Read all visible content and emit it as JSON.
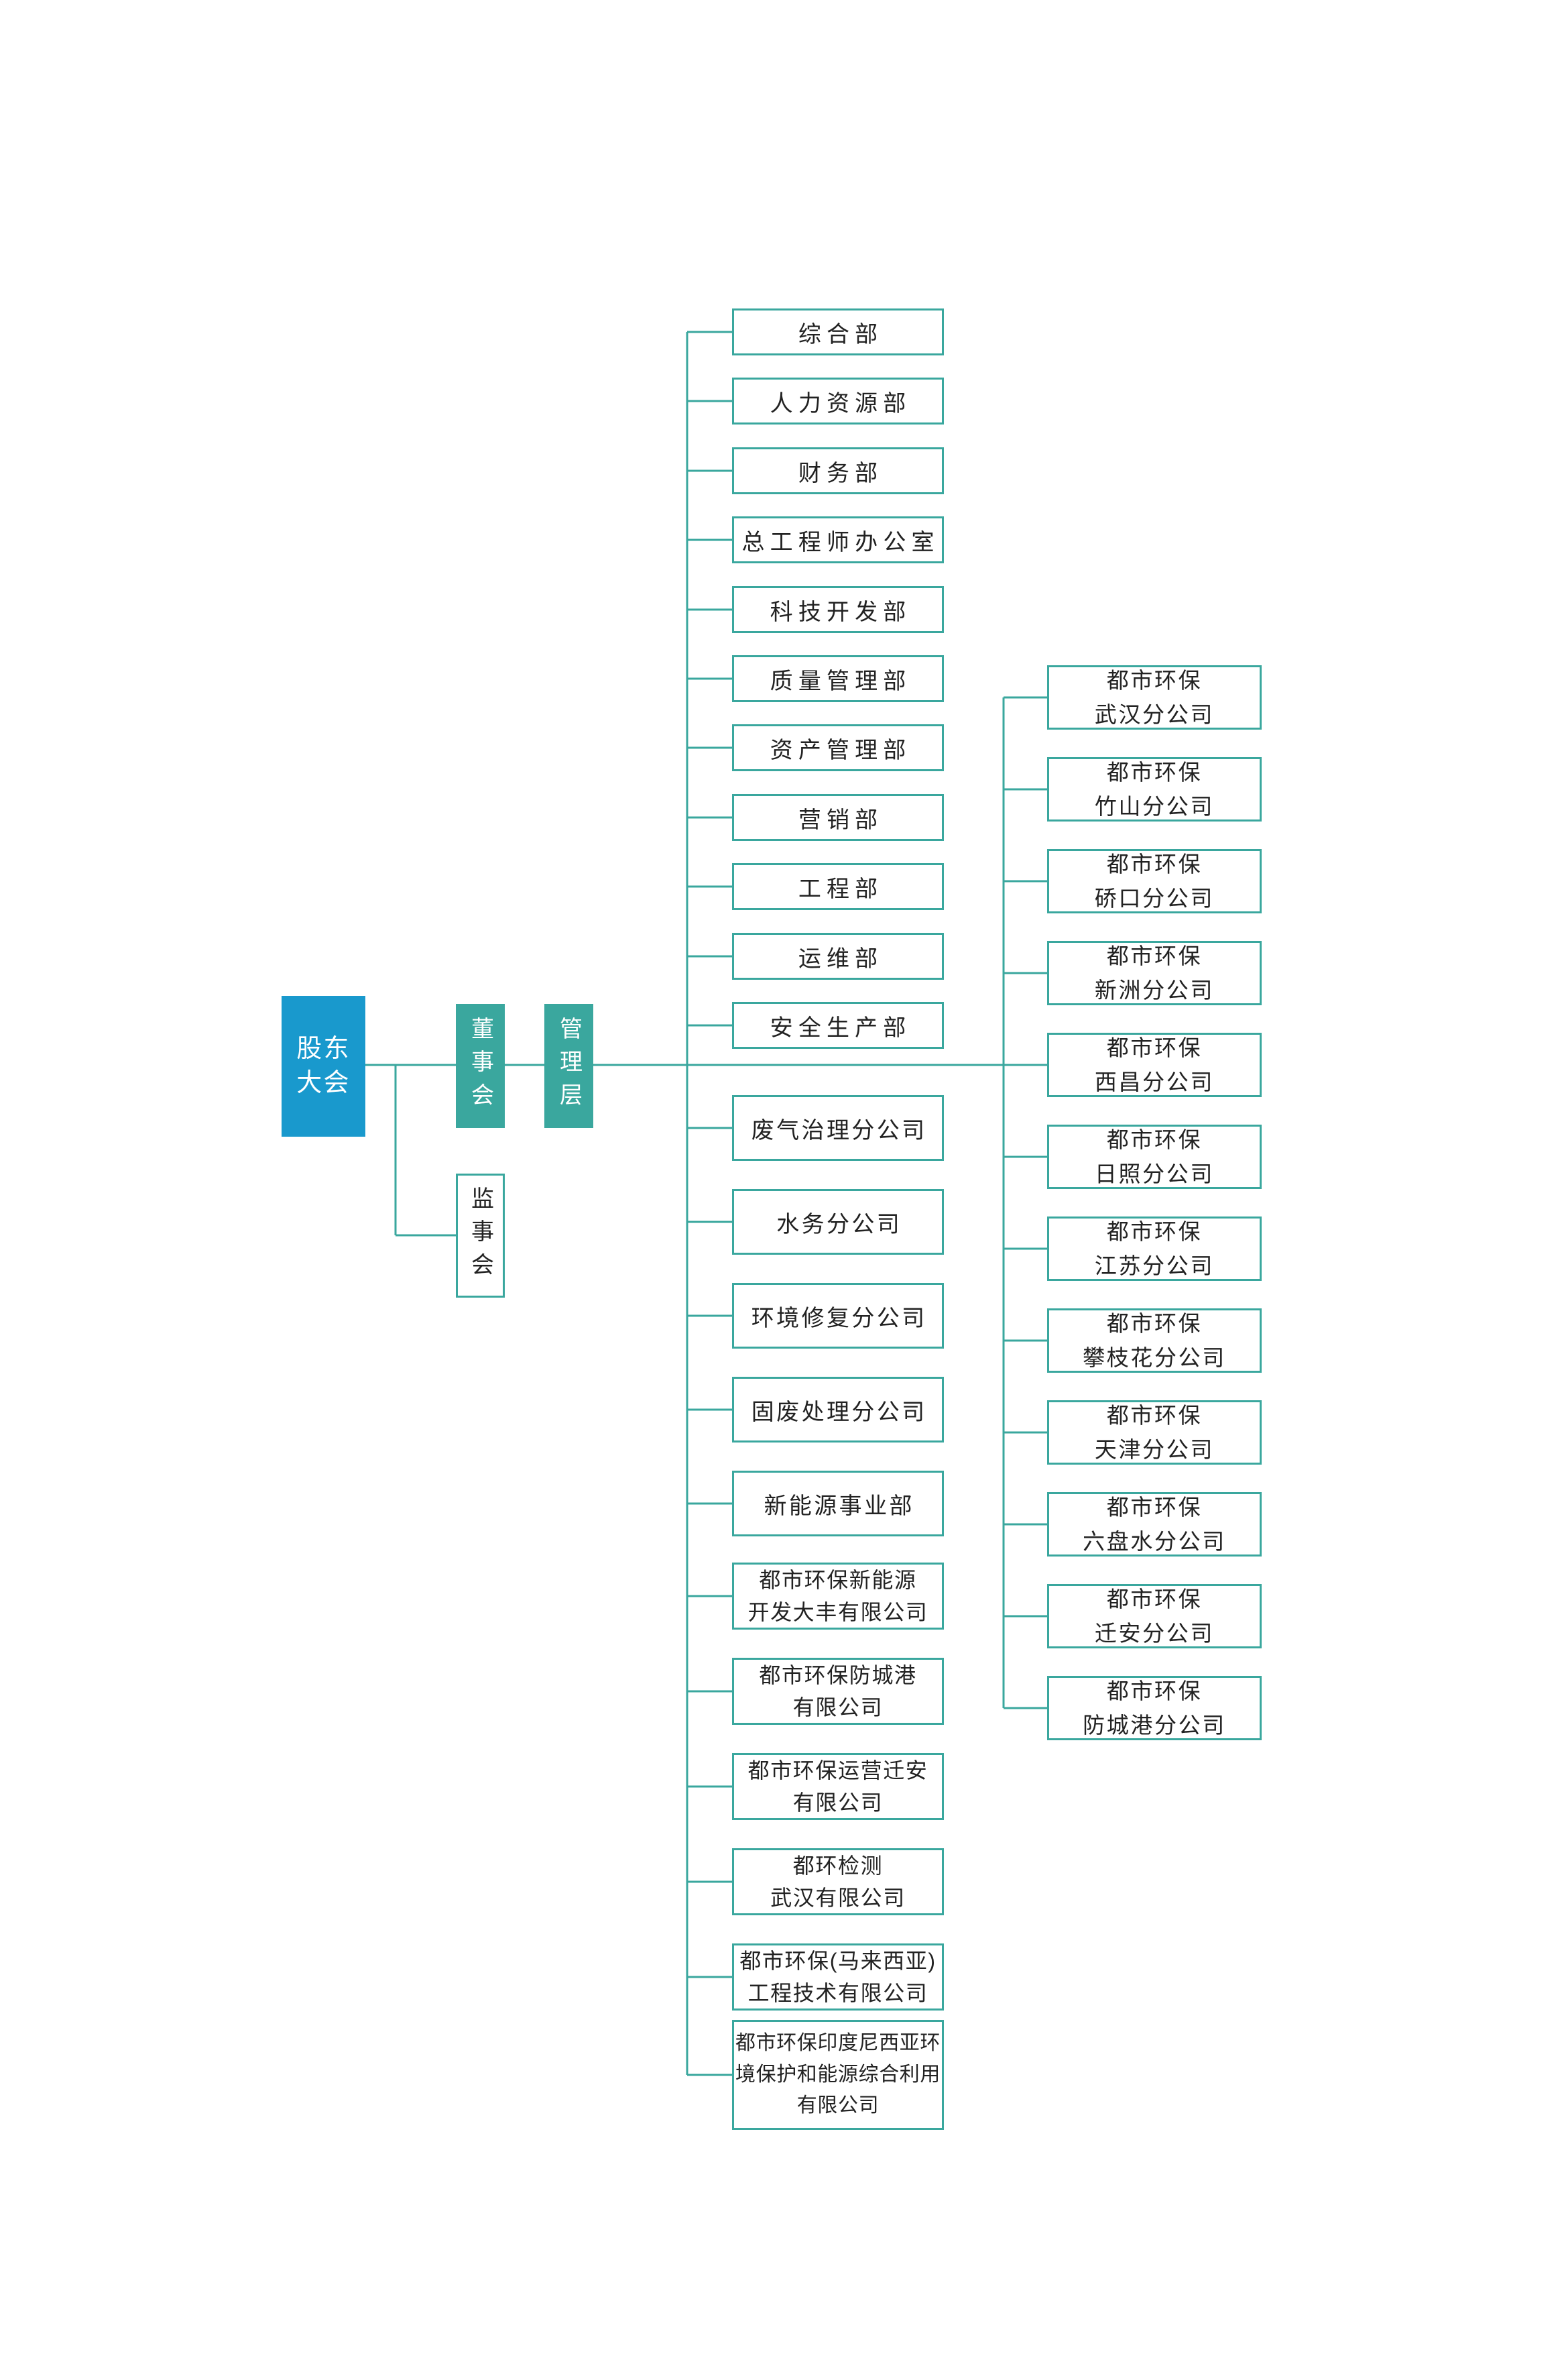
{
  "palette": {
    "accent_blue": "#1999cd",
    "accent_teal": "#3aa79e",
    "text_dark": "#222222",
    "background": "#ffffff"
  },
  "governance": {
    "shareholders": "股东大会",
    "board": "董事会",
    "management": "管理层",
    "supervisory": "监事会"
  },
  "departments": [
    "综合部",
    "人力资源部",
    "财务部",
    "总工程师办公室",
    "科技开发部",
    "质量管理部",
    "资产管理部",
    "营销部",
    "工程部",
    "运维部",
    "安全生产部"
  ],
  "subsidiaries": [
    {
      "lines": [
        "废气治理分公司"
      ]
    },
    {
      "lines": [
        "水务分公司"
      ]
    },
    {
      "lines": [
        "环境修复分公司"
      ]
    },
    {
      "lines": [
        "固废处理分公司"
      ]
    },
    {
      "lines": [
        "新能源事业部"
      ]
    },
    {
      "lines": [
        "都市环保新能源",
        "开发大丰有限公司"
      ]
    },
    {
      "lines": [
        "都市环保防城港",
        "有限公司"
      ]
    },
    {
      "lines": [
        "都市环保运营迁安",
        "有限公司"
      ]
    },
    {
      "lines": [
        "都环检测",
        "武汉有限公司"
      ]
    },
    {
      "lines": [
        "都市环保(马来西亚)",
        "工程技术有限公司"
      ]
    },
    {
      "lines": [
        "都市环保印度尼西亚环",
        "境保护和能源综合利用",
        "有限公司"
      ]
    }
  ],
  "branches": [
    {
      "lines": [
        "都市环保",
        "武汉分公司"
      ]
    },
    {
      "lines": [
        "都市环保",
        "竹山分公司"
      ]
    },
    {
      "lines": [
        "都市环保",
        "硚口分公司"
      ]
    },
    {
      "lines": [
        "都市环保",
        "新洲分公司"
      ]
    },
    {
      "lines": [
        "都市环保",
        "西昌分公司"
      ]
    },
    {
      "lines": [
        "都市环保",
        "日照分公司"
      ]
    },
    {
      "lines": [
        "都市环保",
        "江苏分公司"
      ]
    },
    {
      "lines": [
        "都市环保",
        "攀枝花分公司"
      ]
    },
    {
      "lines": [
        "都市环保",
        "天津分公司"
      ]
    },
    {
      "lines": [
        "都市环保",
        "六盘水分公司"
      ]
    },
    {
      "lines": [
        "都市环保",
        "迁安分公司"
      ]
    },
    {
      "lines": [
        "都市环保",
        "防城港分公司"
      ]
    }
  ]
}
